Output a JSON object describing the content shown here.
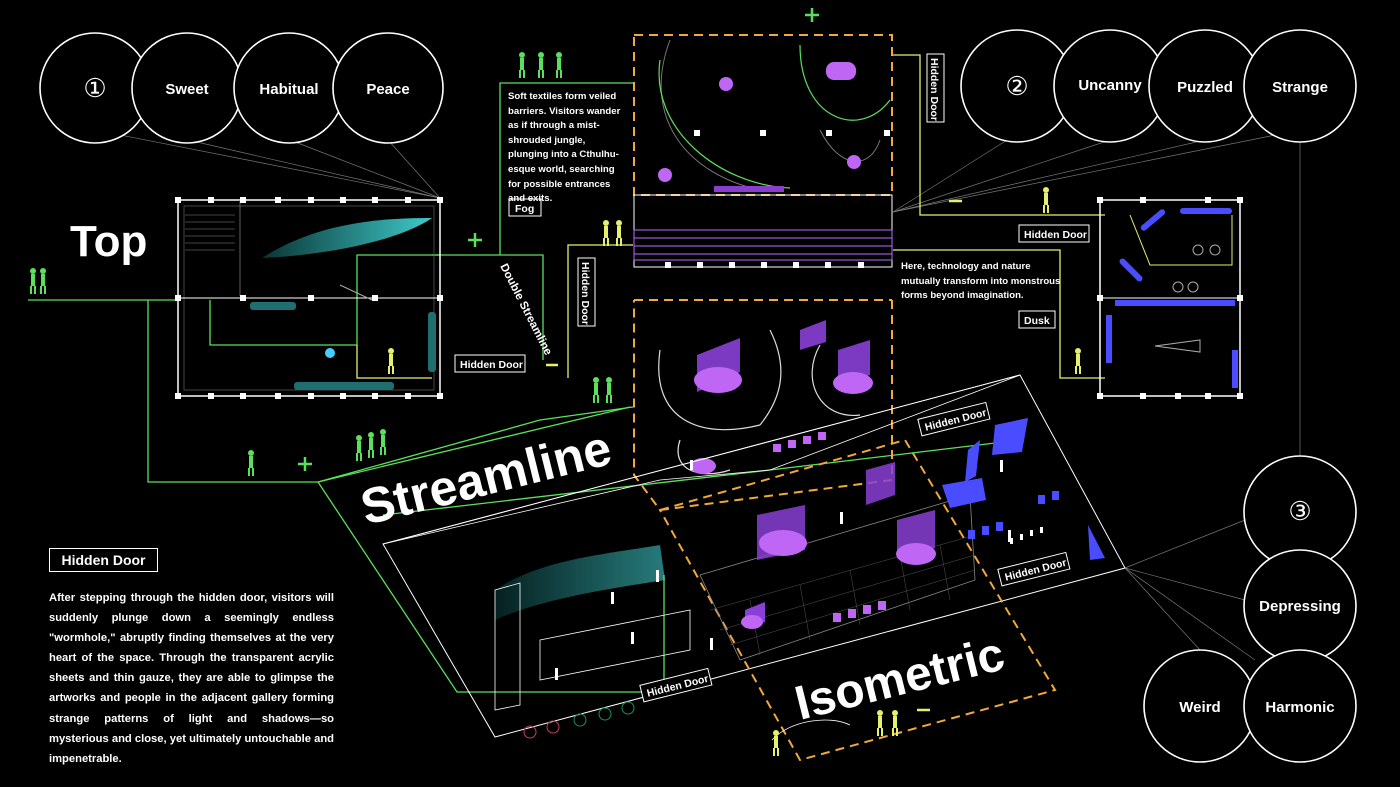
{
  "circles_group1": [
    "①",
    "Sweet",
    "Habitual",
    "Peace"
  ],
  "circles_group2": [
    "②",
    "Uncanny",
    "Puzzled",
    "Strange"
  ],
  "circles_group3": [
    "③",
    "Depressing",
    "Weird",
    "Harmonic"
  ],
  "titles": {
    "top": "Top",
    "streamline": "Streamline",
    "isometric": "Isometric",
    "double_streamline": "Double Streamline"
  },
  "tags": {
    "hidden_door": "Hidden Door",
    "fog": "Fog",
    "dusk": "Dusk"
  },
  "fog_text": "Soft textiles form veiled barriers. Visitors wander as if through a mist-shrouded jungle, plunging into a Cthulhu-esque world, searching for possible entrances and exits.",
  "dusk_text": "Here, technology and nature mutually transform into monstrous forms beyond imagination.",
  "hidden_door_heading": "Hidden Door",
  "hidden_door_text": "After stepping through the hidden door, visitors will suddenly plunge down a seemingly endless \"wormhole,\" abruptly finding themselves at the very heart of the space. Through the transparent acrylic sheets and thin gauze, they are able to glimpse the artworks and people in the adjacent gallery forming strange patterns of light and shadows—so mysterious and close, yet ultimately untouchable and impenetrable.",
  "colors": {
    "green": "#5be05b",
    "yellow": "#e7f06a",
    "orange": "#f2a93b",
    "purple": "#b86bff",
    "blue": "#4a4dff",
    "teal": "#3bd6d6"
  }
}
